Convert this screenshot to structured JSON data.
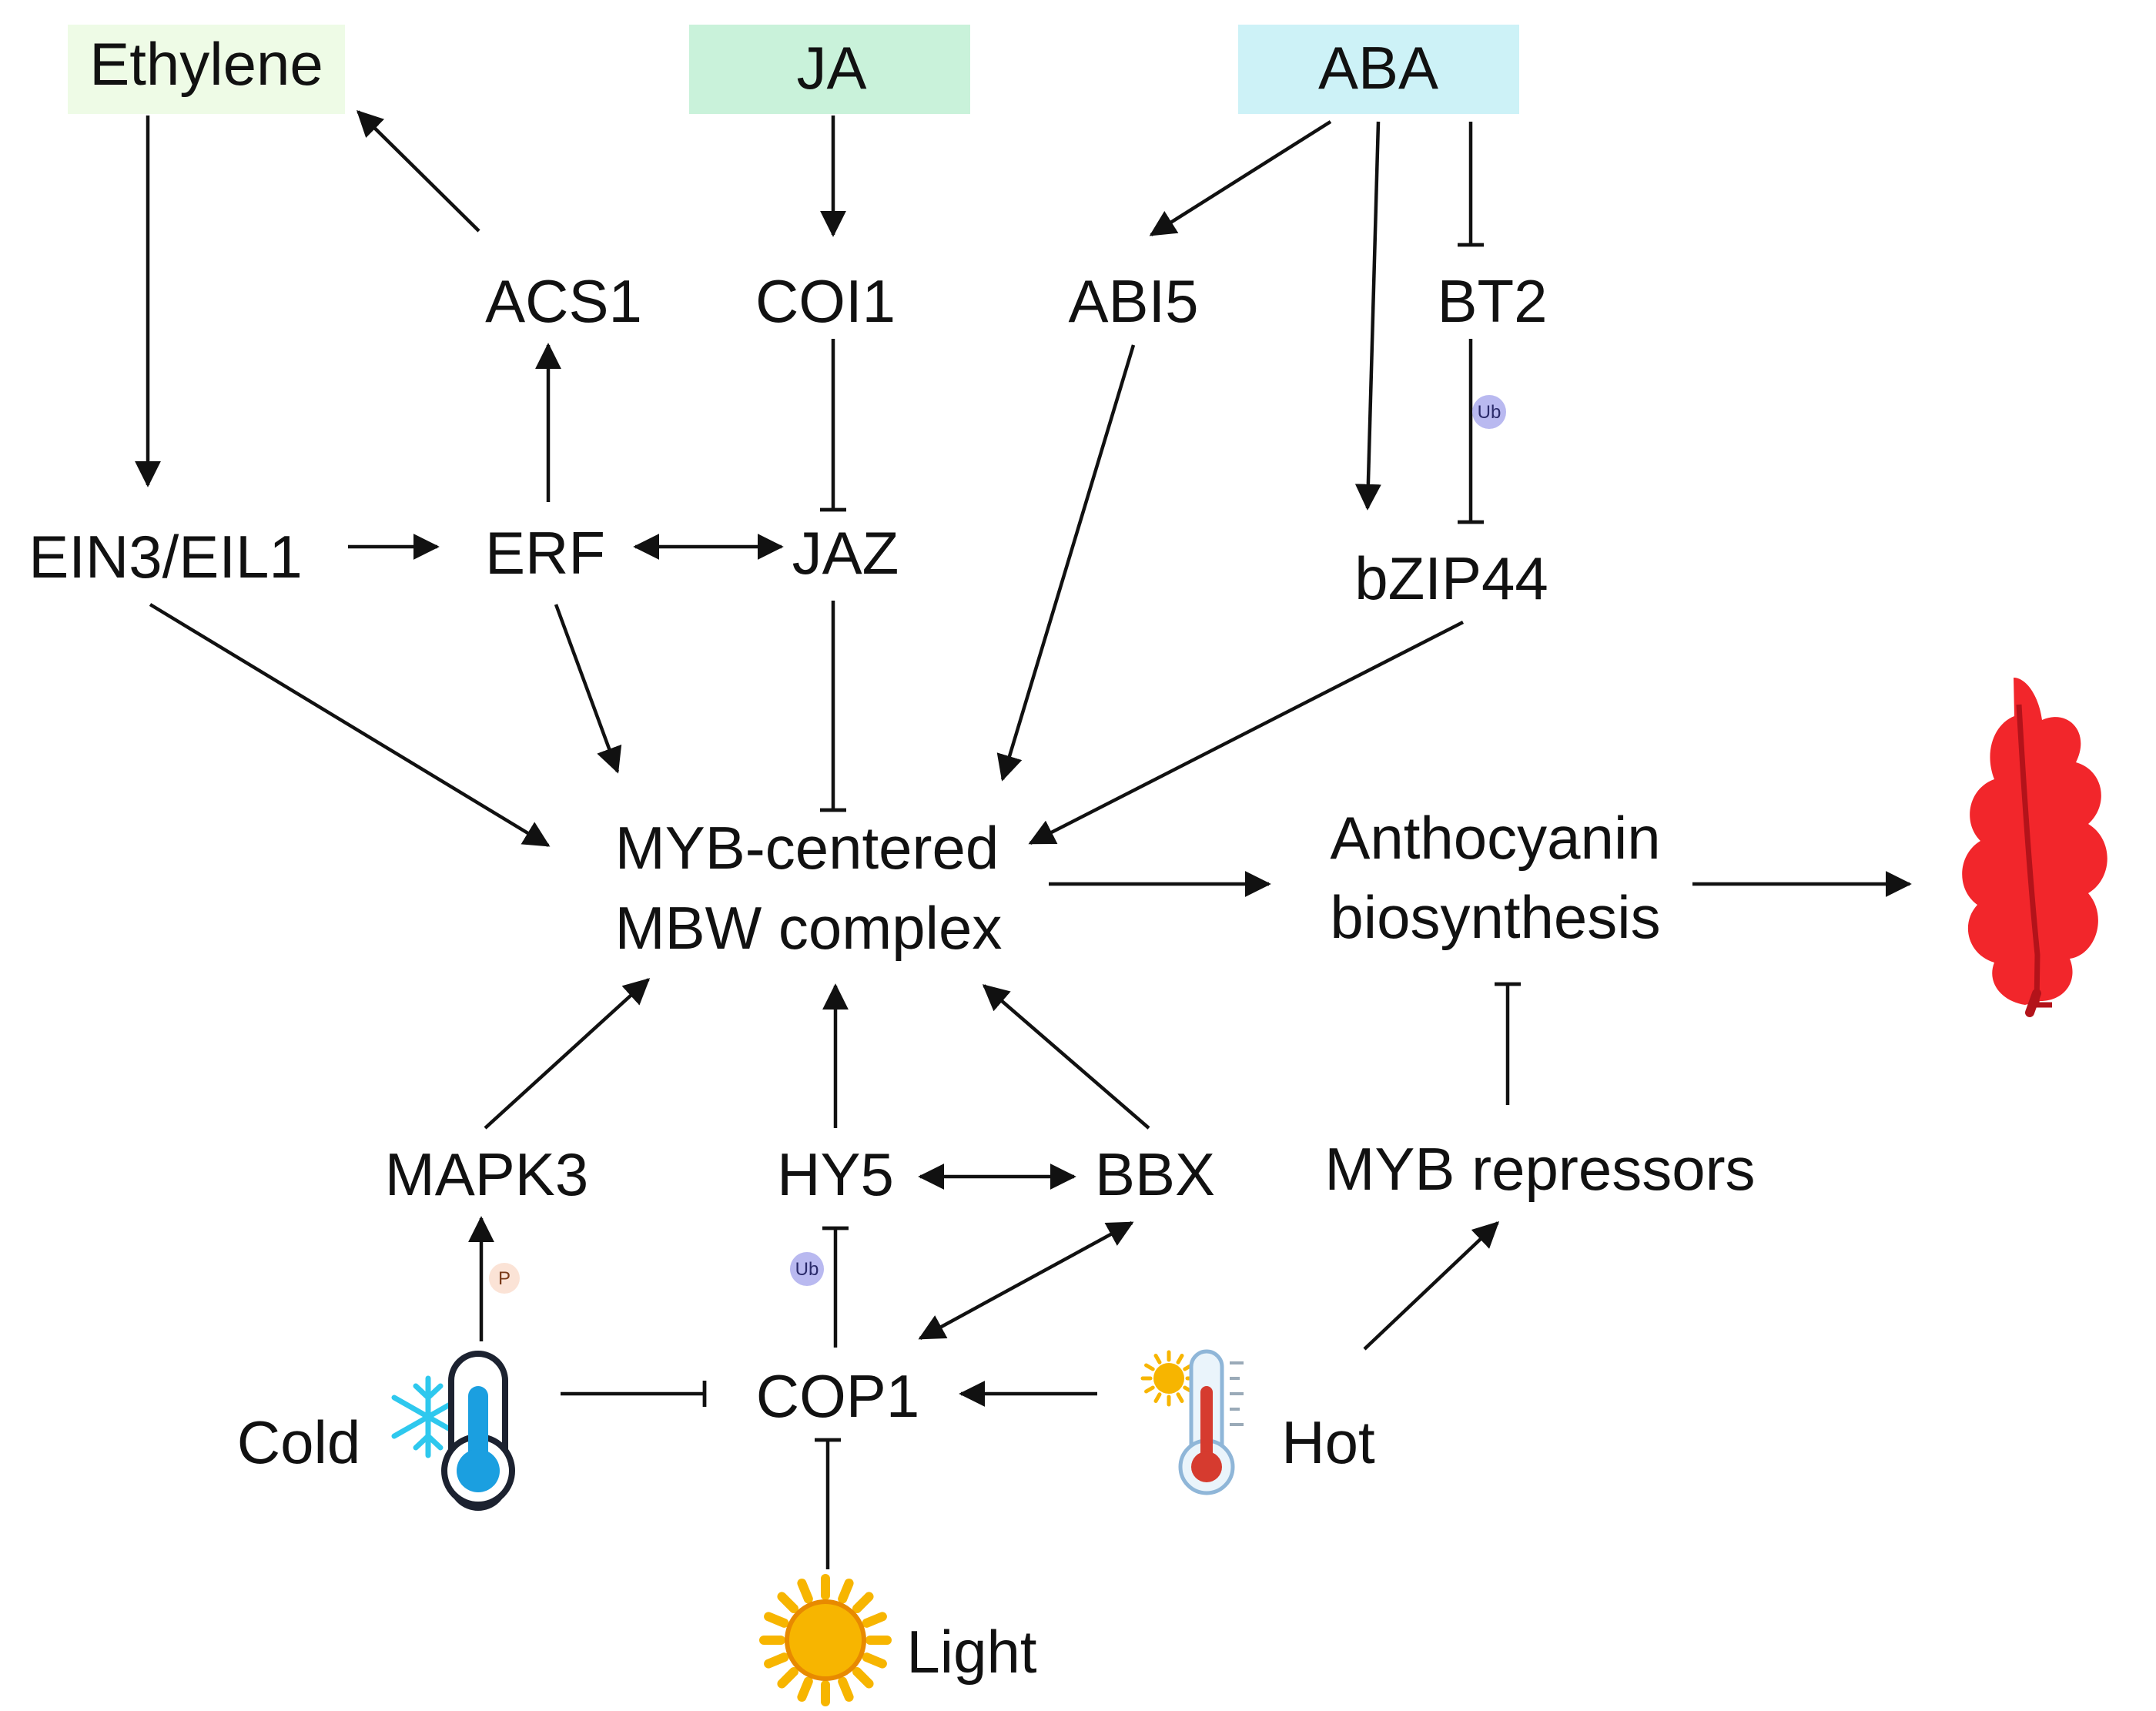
{
  "hormones": {
    "ethylene": "Ethylene",
    "ja": "JA",
    "aba": "ABA"
  },
  "nodes": {
    "acs1": "ACS1",
    "coi1": "COI1",
    "abi5": "ABI5",
    "bt2": "BT2",
    "ein3": "EIN3/EIL1",
    "erf": "ERF",
    "jaz": "JAZ",
    "bzip44": "bZIP44",
    "mbw_line1": "MYB-centered",
    "mbw_line2": "MBW complex",
    "antho_line1": "Anthocyanin",
    "antho_line2": "biosynthesis",
    "mapk3": "MAPK3",
    "hy5": "HY5",
    "bbx": "BBX",
    "myb_rep": "MYB repressors",
    "cop1": "COP1",
    "cold": "Cold",
    "hot": "Hot",
    "light": "Light"
  },
  "markers": {
    "ub": "Ub",
    "p": "P"
  },
  "colors": {
    "ethylene_box": "#eefbe6",
    "ja_box": "#c9f2da",
    "aba_box": "#cdf2f7",
    "ub_badge": "#b9b9f0",
    "p_badge": "#fbe3d6",
    "leaf": "#f2262b",
    "leaf_vein": "#b3131a",
    "sun": "#f7b500",
    "snowflake": "#2ec8ee",
    "thermo_cold": "#1b9fe0",
    "thermo_hot": "#d63b2f"
  },
  "icons": {
    "leaf": "red-oak-leaf-icon",
    "cold": "snowflake-thermometer-icon",
    "hot": "sun-thermometer-icon",
    "light": "sun-icon"
  }
}
